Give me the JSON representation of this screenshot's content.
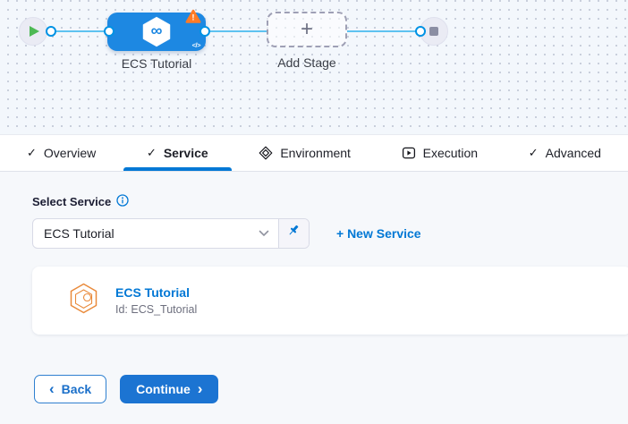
{
  "colors": {
    "accent_blue": "#0278d5",
    "node_blue": "#1d88e2",
    "edge_blue": "#5ec2f0",
    "warning_orange": "#ff7b26",
    "play_green": "#4db954",
    "service_icon_orange": "#e98a3b",
    "canvas_bg": "#f3f7fc",
    "content_bg": "#f6f8fb"
  },
  "glyphs": {
    "check": "✓",
    "plus": "+",
    "infinity": "∞",
    "exclamation": "!",
    "code": "</>",
    "back_chevron": "‹",
    "forward_chevron": "›"
  },
  "canvas": {
    "start_icon": "play",
    "end_icon": "stop",
    "stage": {
      "label": "ECS Tutorial",
      "icon": "cd-hexagon-infinity-icon",
      "badge_icon": "warning-triangle-icon",
      "code_icon": "code-yaml-icon"
    },
    "add_stage": {
      "label": "Add Stage"
    }
  },
  "tabs": [
    {
      "label": "Overview",
      "icon": "check-icon",
      "active": false
    },
    {
      "label": "Service",
      "icon": "check-icon",
      "active": true
    },
    {
      "label": "Environment",
      "icon": "environment-stack-icon",
      "active": false
    },
    {
      "label": "Execution",
      "icon": "execution-play-icon",
      "active": false
    },
    {
      "label": "Advanced",
      "icon": "check-icon",
      "active": false
    }
  ],
  "service_panel": {
    "field_label": "Select Service",
    "info_icon": "info-icon",
    "dropdown_value": "ECS Tutorial",
    "pin_icon": "pin-icon",
    "new_service_label": "+ New Service",
    "card": {
      "icon": "service-hexagon-icon",
      "title": "ECS Tutorial",
      "id_line": "Id: ECS_Tutorial"
    }
  },
  "footer": {
    "back_label": "Back",
    "continue_label": "Continue"
  }
}
